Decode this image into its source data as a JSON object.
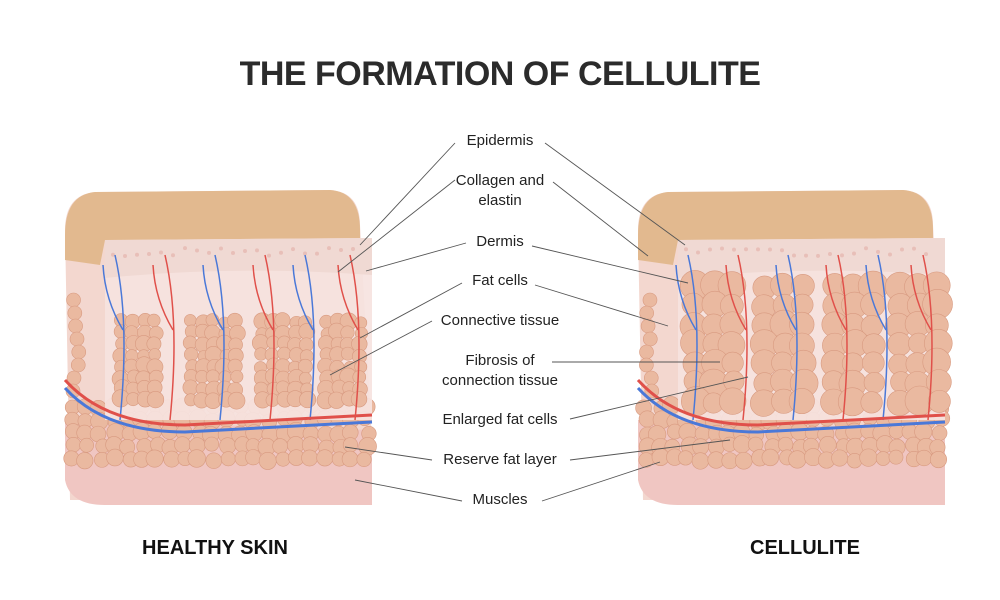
{
  "title": "THE FORMATION OF CELLULITE",
  "labels": {
    "epidermis": "Epidermis",
    "collagen_1": "Collagen and",
    "collagen_2": "elastin",
    "dermis": "Dermis",
    "fat_cells": "Fat cells",
    "connective": "Connective tissue",
    "fibrosis_1": "Fibrosis of",
    "fibrosis_2": "connection tissue",
    "enlarged": "Enlarged fat cells",
    "reserve": "Reserve fat layer",
    "muscles": "Muscles"
  },
  "captions": {
    "healthy": "HEALTHY SKIN",
    "cellulite": "CELLULITE"
  },
  "colors": {
    "epidermis": "#e2b98f",
    "dermis": "#f6e3df",
    "fat": "#eab9a0",
    "muscle": "#f0c6c2",
    "artery": "#e0504a",
    "vein": "#4a78d8"
  }
}
